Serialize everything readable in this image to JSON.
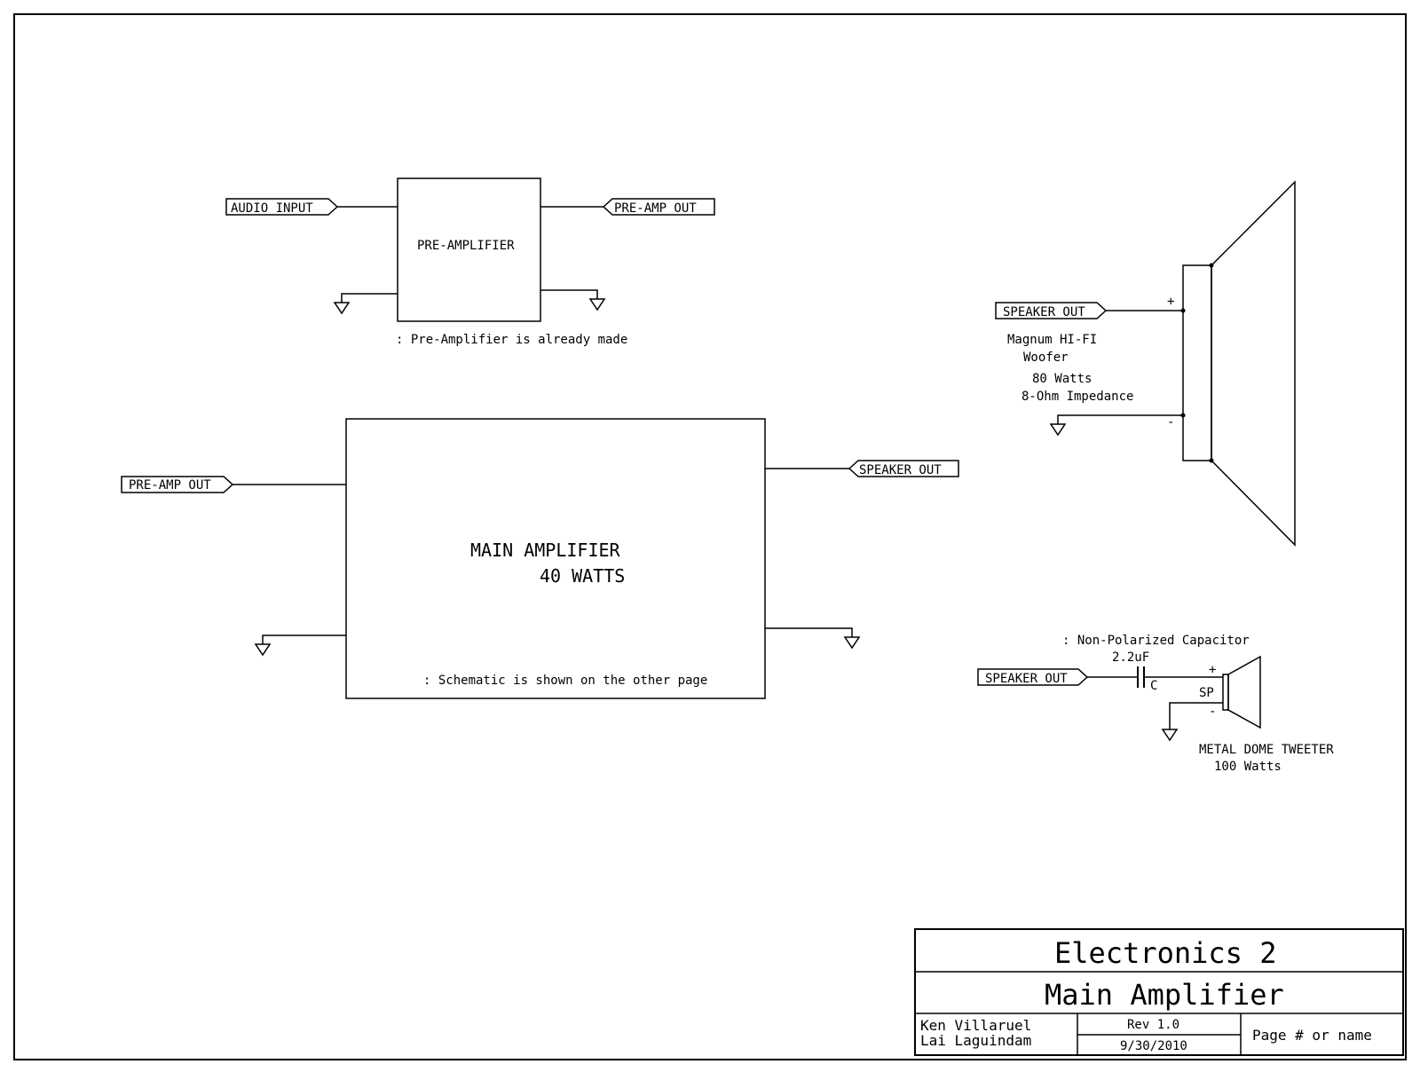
{
  "preamp": {
    "input_label": "AUDIO INPUT",
    "output_label": "PRE-AMP OUT",
    "block_label": "PRE-AMPLIFIER",
    "note": ": Pre-Amplifier is already made"
  },
  "main_amp": {
    "input_label": "PRE-AMP OUT",
    "output_label": "SPEAKER OUT",
    "title_line1": "MAIN AMPLIFIER",
    "title_line2": "40 WATTS",
    "note": ": Schematic is shown on the other page"
  },
  "woofer": {
    "input_label": "SPEAKER OUT",
    "plus": "+",
    "minus": "-",
    "desc_line1": "Magnum HI-FI",
    "desc_line2": "Woofer",
    "desc_line3": "80 Watts",
    "desc_line4": "8-Ohm Impedance"
  },
  "tweeter": {
    "input_label": "SPEAKER OUT",
    "cap_note": ": Non-Polarized Capacitor",
    "cap_value": "2.2uF",
    "cap_ref": "C",
    "speaker_ref": "SP",
    "plus": "+",
    "minus": "-",
    "desc_line1": "METAL DOME TWEETER",
    "desc_line2": "100 Watts"
  },
  "title_block": {
    "course": "Electronics 2",
    "title": "Main Amplifier",
    "author1": "Ken Villaruel",
    "author2": "Lai Laguindam",
    "revision": "Rev 1.0",
    "date": "9/30/2010",
    "page": "Page # or name"
  }
}
